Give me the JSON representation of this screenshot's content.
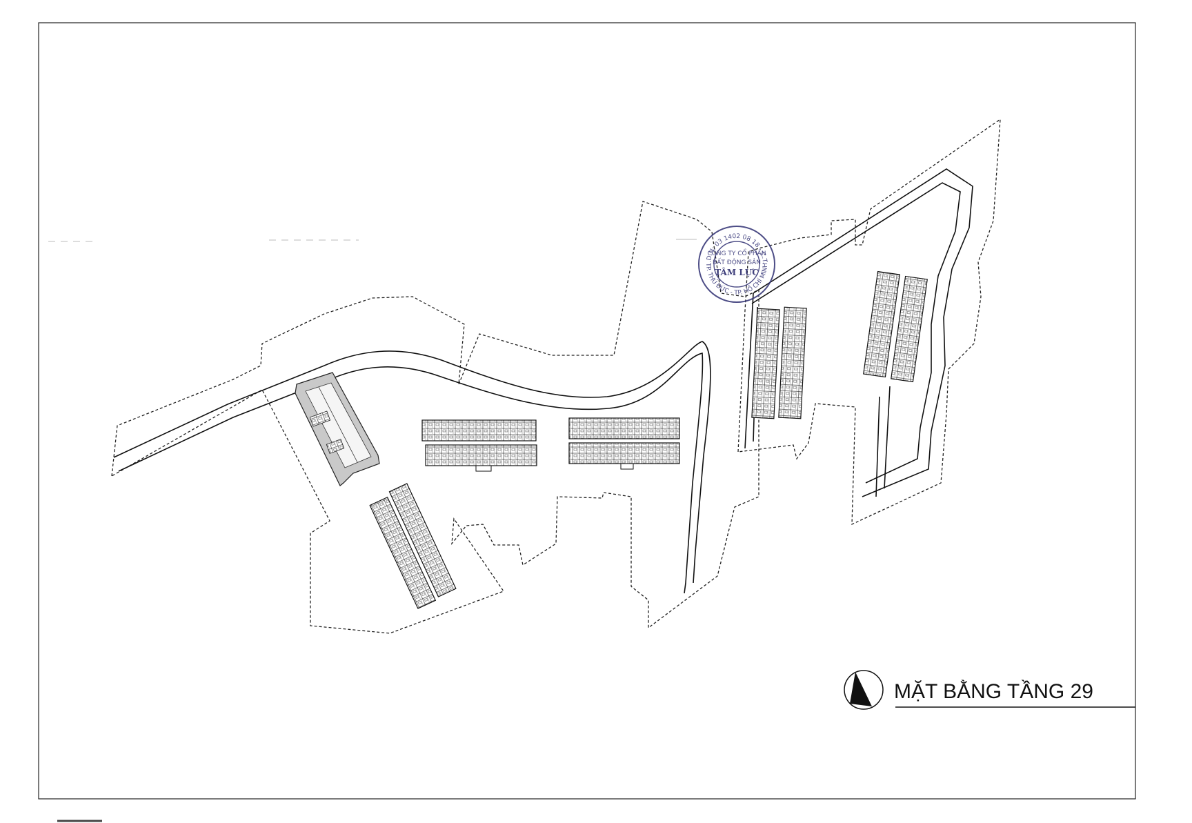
{
  "sheet": {
    "title": "MẶT BẰNG TẦNG 29"
  },
  "stamp": {
    "arc_top": "M.S.D.N: 03 1402 08 18 - C.T.C.P",
    "arc_bottom": "TP. THỦ ĐỨC - TP. HỒ CHÍ MINH",
    "line1": "CÔNG TY CỔ PHẦN",
    "line2": "BẤT ĐỘNG SẢN",
    "line3": "TÂM LỰC",
    "color": "#3a3a7a"
  },
  "colors": {
    "line": "#111111",
    "building_fill": "#f4f4f4",
    "podium_fill": "#bdbdbd"
  },
  "icons": {
    "north_arrow": "north-arrow-icon"
  }
}
